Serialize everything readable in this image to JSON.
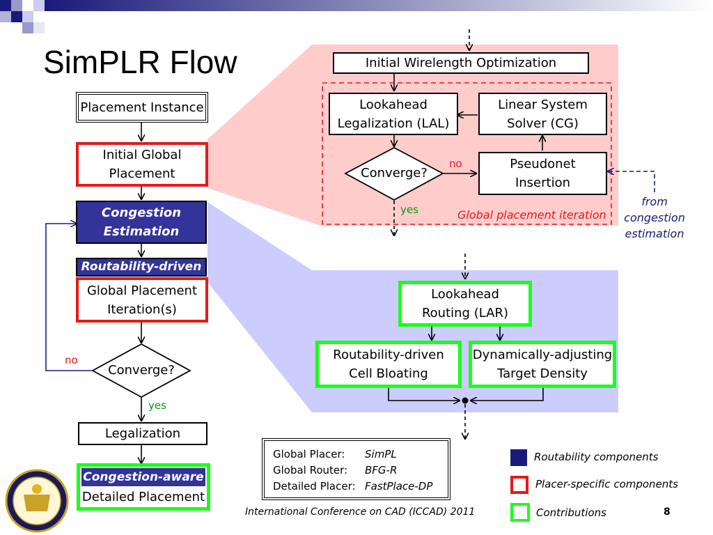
{
  "slide": {
    "title": "SimPLR Flow",
    "footer": "International Conference on CAD (ICCAD) 2011",
    "page_number": "8"
  },
  "left_flow": {
    "placement_instance": "Placement Instance",
    "initial_global_placement": "Initial Global\nPlacement",
    "congestion_estimation": "Congestion\nEstimation",
    "routability_driven": "Routability-driven",
    "global_placement_iterations": "Global Placement\nIteration(s)",
    "converge": "Converge?",
    "no_label": "no",
    "yes_label": "yes",
    "legalization": "Legalization",
    "congestion_aware": "Congestion-aware",
    "detailed_placement": "Detailed Placement"
  },
  "top_detail": {
    "initial_wirelength": "Initial Wirelength Optimization",
    "lal": "Lookahead\nLegalization (LAL)",
    "cg": "Linear System\nSolver (CG)",
    "converge": "Converge?",
    "pseudonet": "Pseudonet\nInsertion",
    "no_label": "no",
    "yes_label": "yes",
    "iteration_label": "Global placement iteration",
    "from_congestion": "from\ncongestion\nestimation"
  },
  "bottom_detail": {
    "lar": "Lookahead\nRouting (LAR)",
    "bloating": "Routability-driven\nCell Bloating",
    "density": "Dynamically-adjusting\nTarget Density"
  },
  "tools": {
    "rows": [
      {
        "label": "Global Placer:",
        "value": "SimPL"
      },
      {
        "label": "Global Router:",
        "value": "BFG-R"
      },
      {
        "label": "Detailed Placer:",
        "value": "FastPlace-DP"
      }
    ]
  },
  "legend": {
    "routability": "Routability components",
    "placer_specific": "Placer-specific components",
    "contributions": "Contributions"
  },
  "colors": {
    "navy": "#333399",
    "red": "#e31a1c",
    "green": "#1aff1a",
    "pink_panel": "#ffcccc",
    "blue_panel": "#ccccff"
  }
}
